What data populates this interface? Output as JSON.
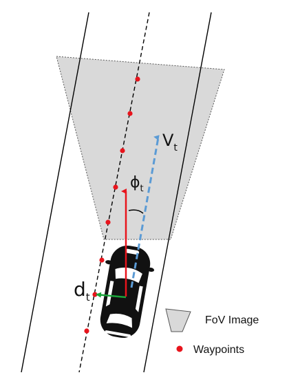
{
  "labels": {
    "velocity_main": "V",
    "velocity_sub": "t",
    "heading_main": "ϕ",
    "heading_sub": "t",
    "offset_main": "d",
    "offset_sub": "t"
  },
  "legend": {
    "fov_label": "FoV Image",
    "waypoints_label": "Waypoints"
  },
  "colors": {
    "fov_fill": "#d9d9d9",
    "waypoint": "#e8141c",
    "heading_arrow": "#e8141c",
    "velocity_arrow": "#5b9bd5",
    "offset_arrow": "#1aa53a",
    "road_lines": "#000000"
  }
}
